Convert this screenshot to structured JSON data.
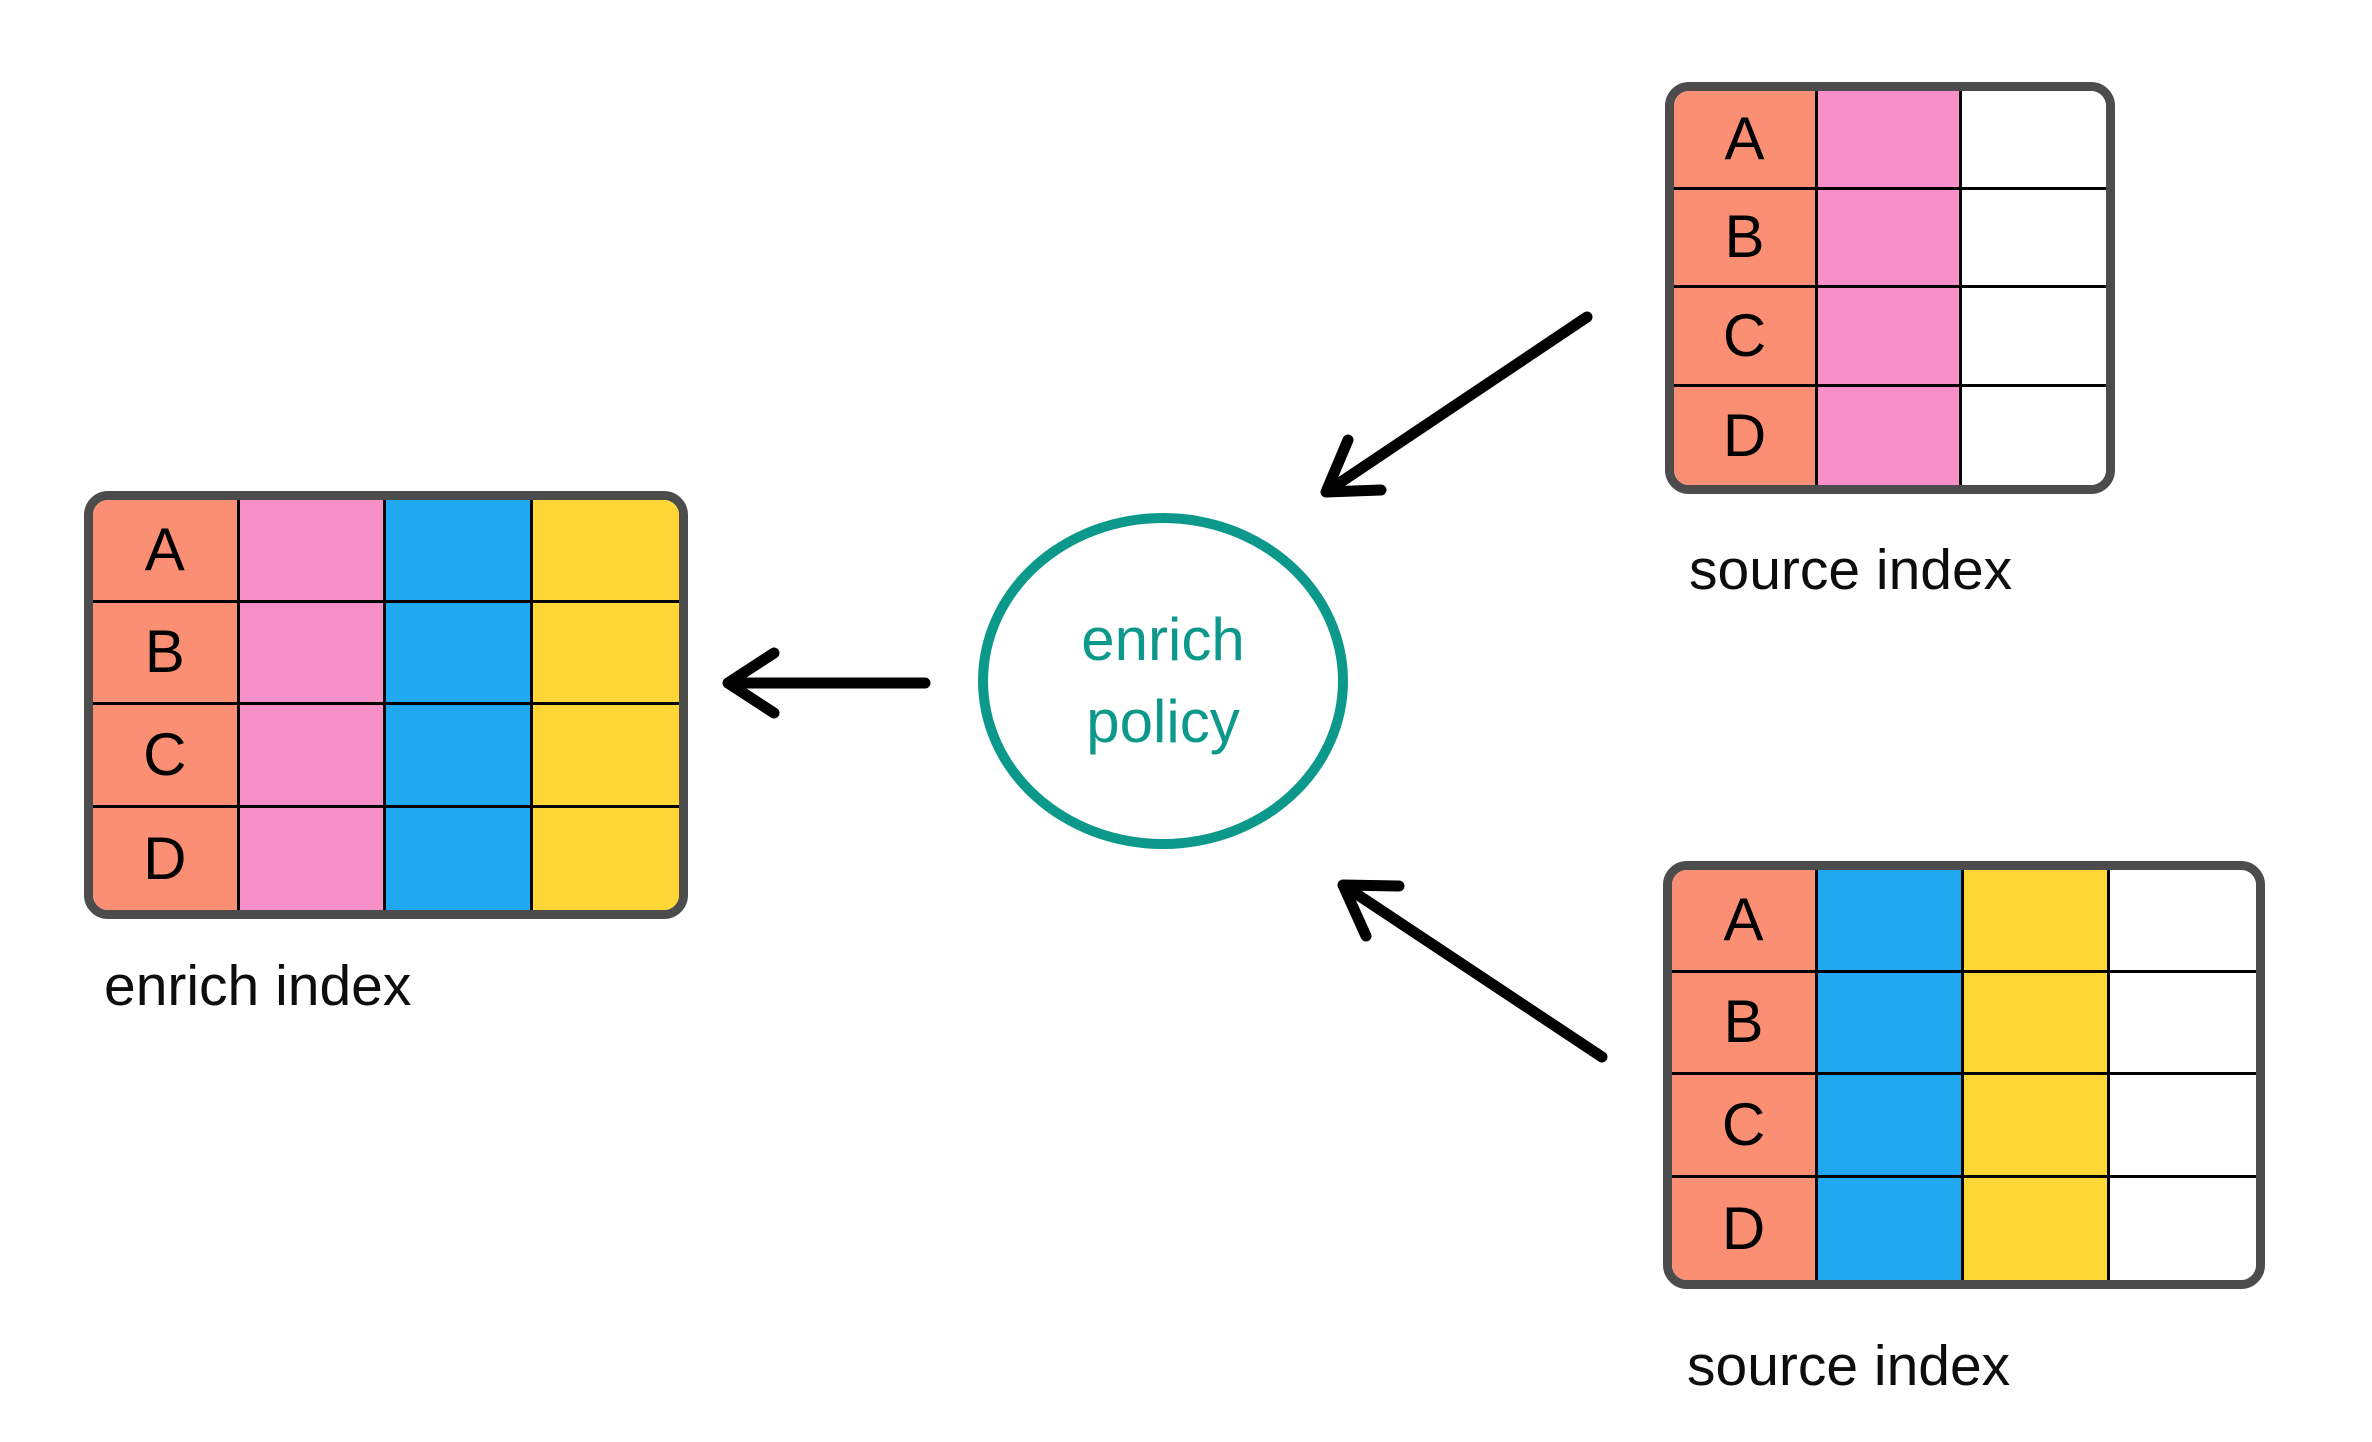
{
  "diagram": {
    "policy": {
      "line1": "enrich",
      "line2": "policy"
    },
    "source_index_top": {
      "caption": "source index",
      "row_labels": [
        "A",
        "B",
        "C",
        "D"
      ],
      "column_colors": [
        "salmon",
        "pink",
        "white"
      ]
    },
    "source_index_bottom": {
      "caption": "source index",
      "row_labels": [
        "A",
        "B",
        "C",
        "D"
      ],
      "column_colors": [
        "salmon",
        "blue",
        "yellow",
        "white"
      ]
    },
    "enrich_index": {
      "caption": "enrich index",
      "row_labels": [
        "A",
        "B",
        "C",
        "D"
      ],
      "column_colors": [
        "salmon",
        "pink",
        "blue",
        "yellow"
      ]
    },
    "colors": {
      "salmon": "#FB8F74",
      "pink": "#F790C8",
      "blue": "#20A8F0",
      "yellow": "#FED636",
      "white": "#FFFFFF",
      "teal": "#0C998B",
      "table_border": "#4C4C4C",
      "arrow": "#111111"
    }
  }
}
